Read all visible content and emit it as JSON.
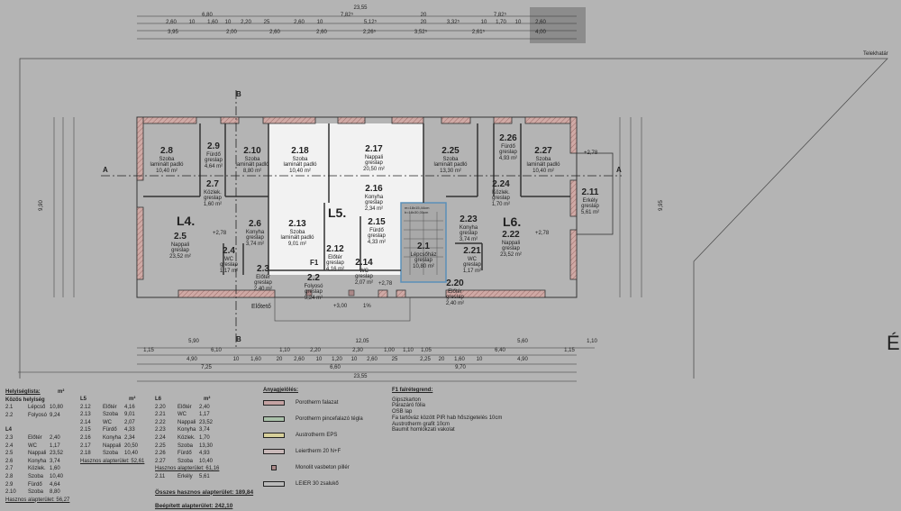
{
  "plan": {
    "site_boundary_label": "Telekhatár",
    "section_a": "A",
    "section_b": "B",
    "north_label": "É",
    "canopy_label": "Előtető",
    "canopy_level": "+3,00",
    "slope": "1%",
    "wall_type_marker": "F1",
    "units": [
      "L4.",
      "L5.",
      "L6."
    ],
    "stair_note": [
      "m=18x15,44cm",
      "b=18x30,00cm"
    ],
    "side_dims": {
      "left_total": "9,90",
      "right_total": "9,95"
    },
    "level_marks": [
      "+2,78",
      "+2,78",
      "+2,78",
      "+2,78"
    ]
  },
  "rooms": [
    {
      "num": "2.8",
      "name": "Szoba",
      "floor": "laminált padló",
      "area": "10,40 m²"
    },
    {
      "num": "2.9",
      "name": "Fürdő",
      "floor": "greslap",
      "area": "4,64 m²"
    },
    {
      "num": "2.10",
      "name": "Szoba",
      "floor": "laminált padló",
      "area": "8,80 m²"
    },
    {
      "num": "2.18",
      "name": "Szoba",
      "floor": "laminált padló",
      "area": "10,40 m²"
    },
    {
      "num": "2.17",
      "name": "Nappali",
      "floor": "greslap",
      "area": "20,50 m²"
    },
    {
      "num": "2.25",
      "name": "Szoba",
      "floor": "laminált padló",
      "area": "13,30 m²"
    },
    {
      "num": "2.26",
      "name": "Fürdő",
      "floor": "greslap",
      "area": "4,93 m²"
    },
    {
      "num": "2.27",
      "name": "Szoba",
      "floor": "laminált padló",
      "area": "10,40 m²"
    },
    {
      "num": "2.16",
      "name": "Konyha",
      "floor": "greslap",
      "area": "2,34 m²"
    },
    {
      "num": "2.11",
      "name": "Erkély",
      "floor": "greslap",
      "area": "5,61 m²"
    },
    {
      "num": "2.7",
      "name": "Közlek.",
      "floor": "greslap",
      "area": "1,60 m²"
    },
    {
      "num": "2.24",
      "name": "Közlek.",
      "floor": "greslap",
      "area": "1,70 m²"
    },
    {
      "num": "2.5",
      "name": "Nappali",
      "floor": "greslap",
      "area": "23,52 m²"
    },
    {
      "num": "2.6",
      "name": "Konyha",
      "floor": "greslap",
      "area": "3,74 m²"
    },
    {
      "num": "2.13",
      "name": "Szoba",
      "floor": "laminált padló",
      "area": "9,01 m²"
    },
    {
      "num": "2.15",
      "name": "Fürdő",
      "floor": "greslap",
      "area": "4,33 m²"
    },
    {
      "num": "2.1",
      "name": "Lépcsőház",
      "floor": "greslap",
      "area": "10,80 m²"
    },
    {
      "num": "2.23",
      "name": "Konyha",
      "floor": "greslap",
      "area": "3,74 m²"
    },
    {
      "num": "2.22",
      "name": "Nappali",
      "floor": "greslap",
      "area": "23,52 m²"
    },
    {
      "num": "2.4",
      "name": "WC",
      "floor": "greslap",
      "area": "1,17 m²"
    },
    {
      "num": "2.3",
      "name": "Előtér",
      "floor": "greslap",
      "area": "2,40 m²"
    },
    {
      "num": "2.12",
      "name": "Előtér",
      "floor": "greslap",
      "area": "4,16 m²"
    },
    {
      "num": "2.14",
      "name": "WC",
      "floor": "greslap",
      "area": "2,07 m²"
    },
    {
      "num": "2.2",
      "name": "Folyosó",
      "floor": "greslap",
      "area": "9,24 m²"
    },
    {
      "num": "2.21",
      "name": "WC",
      "floor": "greslap",
      "area": "1,17 m²"
    },
    {
      "num": "2.20",
      "name": "Előtér",
      "floor": "greslap",
      "area": "2,40 m²"
    }
  ],
  "dimensions": {
    "top": [
      [
        "23,55"
      ],
      [
        "6,80",
        "7,82⁵",
        "20",
        "7,82⁵"
      ],
      [
        "2,60",
        "10",
        "1,60",
        "10",
        "2,20",
        "25",
        "2,60",
        "10",
        "5,12⁵",
        "20",
        "3,32⁵",
        "10",
        "1,70",
        "10",
        "2,60"
      ],
      [
        "3,95",
        "2,00",
        "2,60",
        "2,60",
        "2,26⁵",
        "3,52⁵",
        "2,61⁵",
        "4,00"
      ]
    ],
    "bottom": [
      [
        "5,90",
        "12,05",
        "5,60",
        "1,10"
      ],
      [
        "1,15",
        "6,10",
        "1,10",
        "2,20",
        "2,30",
        "1,00",
        "1,10",
        "1,05",
        "6,40",
        "1,15"
      ],
      [
        "4,90",
        "10",
        "1,60",
        "20",
        "2,60",
        "10",
        "1,20",
        "10",
        "2,60",
        "25",
        "2,25",
        "20",
        "1,60",
        "10",
        "4,90"
      ],
      [
        "7,25",
        "6,60",
        "9,70"
      ],
      [
        "23,55"
      ]
    ]
  },
  "room_list": {
    "title": "Helyiséglista:",
    "unit_col": "m²",
    "common": {
      "title": "Közös helyiség",
      "rows": [
        [
          "2.1",
          "Lépcső",
          "10,80"
        ],
        [
          "2.2",
          "Folyosó",
          "9,24"
        ]
      ]
    },
    "groups": [
      {
        "title": "L4",
        "rows": [
          [
            "2.3",
            "Előtér",
            "2,40"
          ],
          [
            "2.4",
            "WC",
            "1,17"
          ],
          [
            "2.5",
            "Nappali",
            "23,52"
          ],
          [
            "2.6",
            "Konyha",
            "3,74"
          ],
          [
            "2.7",
            "Közlek.",
            "1,60"
          ],
          [
            "2.8",
            "Szoba",
            "10,40"
          ],
          [
            "2.9",
            "Fürdő",
            "4,64"
          ],
          [
            "2.10",
            "Szoba",
            "8,80"
          ]
        ],
        "total": "Hasznos alapterület: 56,27"
      },
      {
        "title": "L5",
        "rows": [
          [
            "2.12",
            "Előtér",
            "4,16"
          ],
          [
            "2.13",
            "Szoba",
            "9,01"
          ],
          [
            "2.14",
            "WC",
            "2,07"
          ],
          [
            "2.15",
            "Fürdő",
            "4,33"
          ],
          [
            "2.16",
            "Konyha",
            "2,34"
          ],
          [
            "2.17",
            "Nappali",
            "20,50"
          ],
          [
            "2.18",
            "Szoba",
            "10,40"
          ]
        ],
        "total": "Hasznos alapterület: 52,61"
      },
      {
        "title": "L6",
        "rows": [
          [
            "2.20",
            "Előtér",
            "2,40"
          ],
          [
            "2.21",
            "WC",
            "1,17"
          ],
          [
            "2.22",
            "Nappali",
            "23,52"
          ],
          [
            "2.23",
            "Konyha",
            "3,74"
          ],
          [
            "2.24",
            "Közlek.",
            "1,70"
          ],
          [
            "2.25",
            "Szoba",
            "13,30"
          ],
          [
            "2.26",
            "Fürdő",
            "4,93"
          ],
          [
            "2.27",
            "Szoba",
            "10,40"
          ]
        ],
        "total": "Hasznos alapterület: 61,16",
        "extra": [
          "2.11",
          "Erkély",
          "5,61"
        ]
      }
    ],
    "total_useful": "Összes hasznos alapterület: 189,84",
    "total_built": "Beépített alapterület: 242,10"
  },
  "materials": {
    "title": "Anyagjelölés:",
    "items": [
      {
        "label": "Porotherm falazat",
        "color": "#c4a2a2"
      },
      {
        "label": "Porotherm pincefalazó tégla",
        "color": "#a9c0a9"
      },
      {
        "label": "Austrotherm EPS",
        "color": "#d6cf9a"
      },
      {
        "label": "Leiertherm 20 N+F",
        "color": "#c9b9b9"
      },
      {
        "label": "Monolit vasbeton pillér",
        "color": "#a88"
      },
      {
        "label": "LEIER 30 zsalukő",
        "color": "#bbb"
      }
    ]
  },
  "wall_structure": {
    "title": "F1 falrétegrend:",
    "layers": [
      "Gipszkarton",
      "Párazáró fólia",
      "OSB lap",
      "Fa tartóváz között PIR hab hőszigetelés 10cm",
      "Austrotherm grafit 10cm",
      "Baumit homlokzati vakolat"
    ]
  }
}
